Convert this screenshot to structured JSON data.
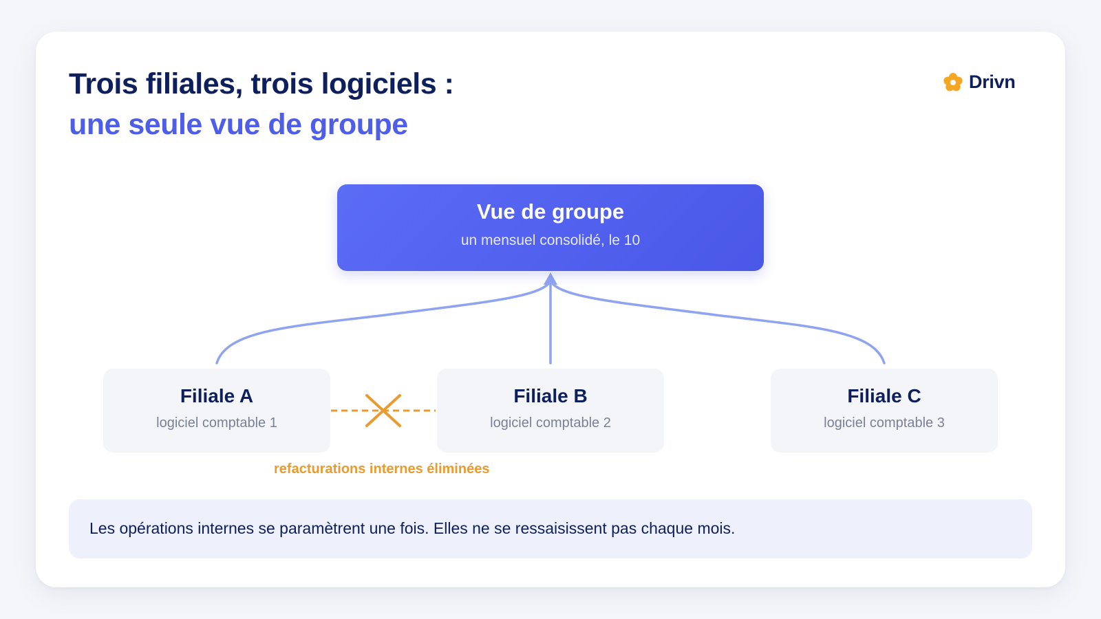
{
  "header": {
    "title_line1": "Trois filiales, trois logiciels :",
    "title_line2": "une seule vue de groupe"
  },
  "logo": {
    "brand": "Drivn",
    "mark_icon": "flower-icon",
    "mark_color": "#f5a623"
  },
  "diagram": {
    "group": {
      "title": "Vue de groupe",
      "subtitle": "un mensuel consolidé, le 10"
    },
    "entities": [
      {
        "name": "Filiale A",
        "software": "logiciel comptable 1"
      },
      {
        "name": "Filiale B",
        "software": "logiciel comptable 2"
      },
      {
        "name": "Filiale C",
        "software": "logiciel comptable 3"
      }
    ],
    "elimination_label": "refacturations internes éliminées",
    "connector_color": "#8fa4f0",
    "elimination_color": "#ea9a2e"
  },
  "callout": {
    "text": "Les opérations internes se paramètrent une fois. Elles ne se ressaisissent pas chaque mois."
  },
  "colors": {
    "navy": "#0d1f5c",
    "accent": "#4f5ee8"
  }
}
